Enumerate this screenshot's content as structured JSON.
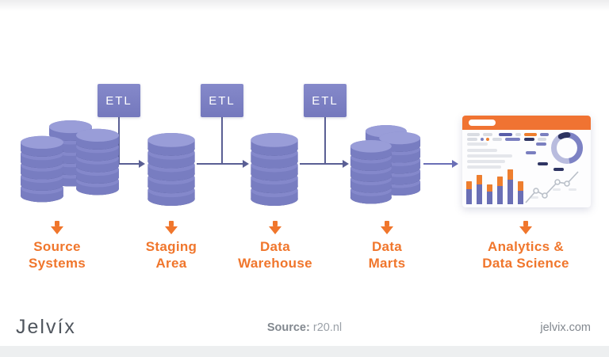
{
  "meta": {
    "type": "infographic-diagram",
    "topic": "ETL data pipeline architecture"
  },
  "colors": {
    "orange_accent": "#f0762c",
    "purple_primary": "#787dc1",
    "purple_dark": "#454a82",
    "etl_box": "#7d81c3",
    "connector": "#5a5f94",
    "connector_final": "#6a6fb6",
    "dashboard_header": "#f07332",
    "footer_text": "#82888f",
    "bottom_strip": "#edeff0"
  },
  "pipeline": {
    "etl_labels": [
      "ETL",
      "ETL",
      "ETL"
    ],
    "stages": [
      {
        "id": "source-systems",
        "label_line1": "Source",
        "label_line2": "Systems",
        "icon": "database-stack-x3"
      },
      {
        "id": "staging-area",
        "label_line1": "Staging",
        "label_line2": "Area",
        "icon": "database-stack"
      },
      {
        "id": "data-warehouse",
        "label_line1": "Data",
        "label_line2": "Warehouse",
        "icon": "database-stack"
      },
      {
        "id": "data-marts",
        "label_line1": "Data",
        "label_line2": "Marts",
        "icon": "database-stack-x3"
      },
      {
        "id": "analytics-data-science",
        "label_line1": "Analytics &",
        "label_line2": "Data Science",
        "icon": "dashboard-illustration"
      }
    ]
  },
  "dashboard_illustration": {
    "bars": [
      {
        "total": 29,
        "orange": 10
      },
      {
        "total": 37,
        "orange": 12
      },
      {
        "total": 25,
        "orange": 9
      },
      {
        "total": 35,
        "orange": 12
      },
      {
        "total": 44,
        "orange": 13
      },
      {
        "total": 29,
        "orange": 12
      }
    ],
    "donut": {
      "base": "#b9bcde",
      "arc": "#7d82c4",
      "dark_segment": "#2d3360"
    },
    "line_trend": "upward"
  },
  "footer": {
    "logo": "Jelvíx",
    "source_label": "Source:",
    "source_value": "r20.nl",
    "website": "jelvix.com"
  }
}
